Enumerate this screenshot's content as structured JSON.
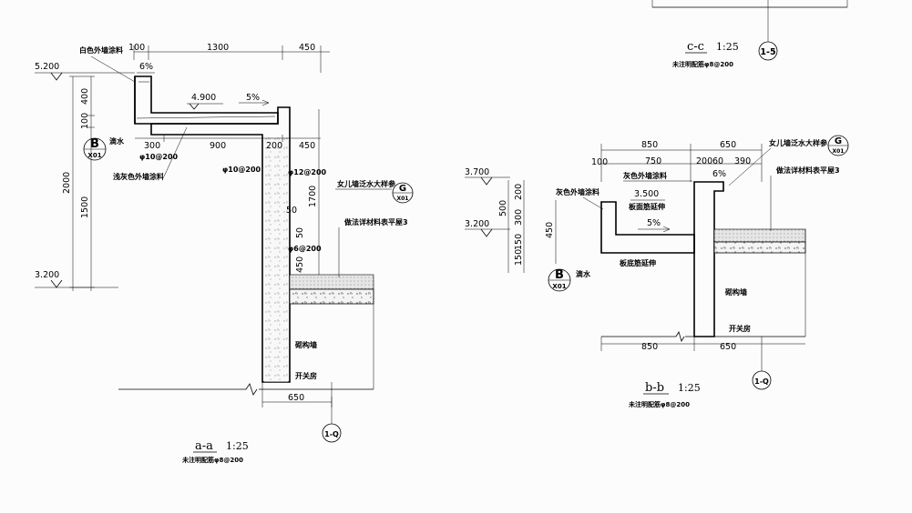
{
  "colors": {
    "background": "#fcfcfc",
    "ink": "#000000",
    "hatch": "#888888"
  },
  "section_aa": {
    "title": "a-a",
    "scale": "1:25",
    "note": "未注明配筋φ8@200",
    "axis_label": "1-Q",
    "levels": {
      "top": "5.200",
      "bottom": "3.200",
      "slab": "4.900"
    },
    "slope": "5%",
    "gutter_slope": "6%",
    "dims_top": [
      "100",
      "1300",
      "450"
    ],
    "dims_mid": [
      "300",
      "900",
      "200",
      "450"
    ],
    "dims_left": [
      "400",
      "100",
      "2000",
      "1500"
    ],
    "dims_right": [
      "1700",
      "450",
      "50",
      "50"
    ],
    "dim_bottom": "650",
    "rebar": [
      "φ10@200",
      "φ10@200",
      "φ12@200",
      "φ6@200"
    ],
    "labels": {
      "white_paint": "白色外墙涂料",
      "drip": "滴水",
      "light_grey_paint": "浅灰色外墙涂料",
      "parapet_ref": "女儿墙泛水大样参",
      "roof_ref": "做法详材料表平屋3",
      "masonry": "砌构墙",
      "room": "开关房"
    },
    "detail_b": {
      "letter": "B",
      "sheet": "X01"
    },
    "detail_g": {
      "letter": "G",
      "sheet": "X01"
    }
  },
  "section_bb": {
    "title": "b-b",
    "scale": "1:25",
    "note": "未注明配筋φ8@200",
    "axis_label": "1-Q",
    "levels": {
      "top": "3.700",
      "bottom": "3.200",
      "slab": "3.500"
    },
    "slope": "5%",
    "gutter_slope": "6%",
    "dims_top": [
      "850",
      "650"
    ],
    "dims_top2": [
      "100",
      "750",
      "200",
      "60",
      "390"
    ],
    "dims_left": [
      "200",
      "500",
      "300",
      "450",
      "150",
      "150"
    ],
    "dims_bottom": [
      "850",
      "650"
    ],
    "labels": {
      "grey_paint_top": "灰色外墙涂料",
      "grey_paint_left": "灰色外墙涂料",
      "slab_top": "板面筋延伸",
      "slab_bottom": "板底筋延伸",
      "drip": "滴水",
      "parapet_ref": "女儿墙泛水大样参",
      "roof_ref": "做法详材料表平屋3",
      "masonry": "砌构墙",
      "room": "开关房"
    },
    "detail_b": {
      "letter": "B",
      "sheet": "X01"
    },
    "detail_g": {
      "letter": "G",
      "sheet": "X01"
    }
  },
  "section_cc": {
    "title": "c-c",
    "scale": "1:25",
    "note": "未注明配筋φ8@200",
    "axis_label": "1-5"
  }
}
